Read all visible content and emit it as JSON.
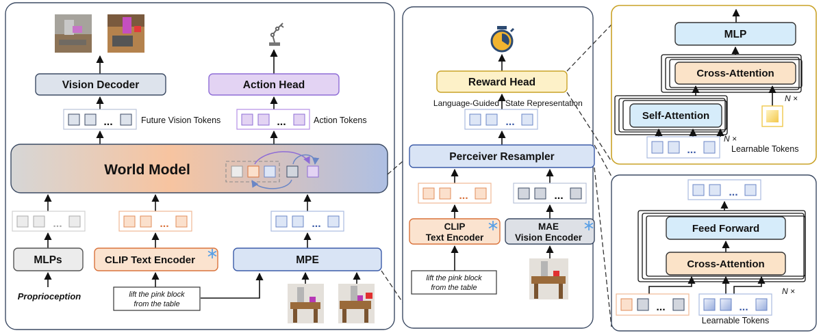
{
  "world_model_panel": {
    "vision_decoder": "Vision Decoder",
    "action_head": "Action Head",
    "future_vision_tokens": "Future Vision Tokens",
    "action_tokens": "Action Tokens",
    "world_model": "World Model",
    "mlps": "MLPs",
    "clip_text_encoder": "CLIP Text Encoder",
    "mpe": "MPE",
    "proprioception": "Proprioception",
    "instruction_line1": "lift the pink block",
    "instruction_line2": "from the table",
    "ellipsis": "..."
  },
  "reward_panel": {
    "reward_head": "Reward Head",
    "state_repr_left": "Language-Guided",
    "state_repr_right": "State Representation",
    "perceiver_resampler": "Perceiver Resampler",
    "clip_line1": "CLIP",
    "clip_line2": "Text Encoder",
    "mae_line1": "MAE",
    "mae_line2": "Vision Encoder",
    "instruction_line1": "lift the pink block",
    "instruction_line2": "from the table"
  },
  "reward_head_detail": {
    "mlp": "MLP",
    "cross_attention": "Cross-Attention",
    "self_attention": "Self-Attention",
    "n_times": "N ×",
    "learnable_tokens": "Learnable Tokens"
  },
  "resampler_detail": {
    "feed_forward": "Feed Forward",
    "cross_attention": "Cross-Attention",
    "n_times": "N ×",
    "learnable_tokens": "Learnable Tokens"
  },
  "colors": {
    "panel_border": "#3b4a63",
    "gold_border": "#c9a227",
    "vision_decoder_fill": "#dde3ec",
    "action_head_fill": "#e3d3f3",
    "clip_fill": "#fbe3cf",
    "clip_border": "#d9733c",
    "mpe_fill": "#d9e4f5",
    "reward_head_fill": "#fdf1c8",
    "mlp_fill": "#d6ecfa",
    "cross_attention_fill": "#fbe3c8",
    "snowflake": "#5aa0e6"
  },
  "icons": [
    "stopwatch-icon",
    "robot-arm-icon",
    "snowflake-icon",
    "robot-scene-image"
  ]
}
